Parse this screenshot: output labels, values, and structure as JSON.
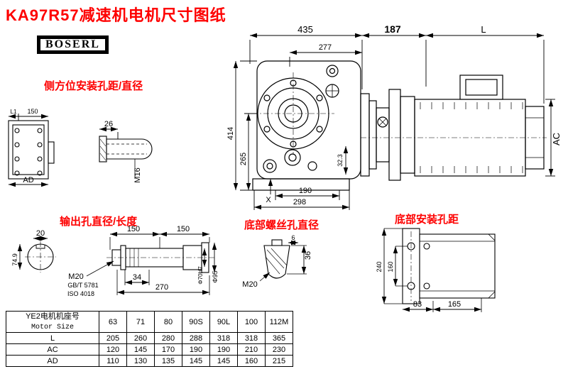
{
  "title": "KA97R57减速机电机尺寸图纸",
  "logo": "BOSERL",
  "labels": {
    "side": "侧方位安装孔距/直径",
    "output": "输出孔直径/长度",
    "screw": "底部螺丝孔直径",
    "mount": "底部安装孔距"
  },
  "main": {
    "w435": "435",
    "w277": "277",
    "w187": "187",
    "wL": "L",
    "h414": "414",
    "h265": "265",
    "a323": "32.3",
    "w190": "190",
    "w298": "298",
    "x": "X",
    "ac": "AC"
  },
  "side_view": {
    "l1": "L1",
    "w150": "150",
    "ad": "AD",
    "d26": "26",
    "m16": "M16"
  },
  "output_view": {
    "d20": "20",
    "seg1": "150",
    "seg2": "150",
    "m20": "M20",
    "std1": "GB/T 5781",
    "std2": "ISO 4018",
    "l34": "34",
    "l270": "270",
    "h749": "74.9",
    "phi70": "Φ70H7",
    "phi95": "Φ95"
  },
  "screw_view": {
    "m20": "M20",
    "d6": "6",
    "h36": "36"
  },
  "mount_view": {
    "h240": "240",
    "h160": "160",
    "w83": "83",
    "w165": "165"
  },
  "table": {
    "header_cn": "YE2电机机座号",
    "header_en": "Motor Size",
    "sizes": [
      "63",
      "71",
      "80",
      "90S",
      "90L",
      "100",
      "112M"
    ],
    "rows": [
      {
        "label": "L",
        "values": [
          "205",
          "260",
          "280",
          "288",
          "318",
          "318",
          "365"
        ]
      },
      {
        "label": "AC",
        "values": [
          "120",
          "145",
          "170",
          "190",
          "190",
          "210",
          "230"
        ]
      },
      {
        "label": "AD",
        "values": [
          "110",
          "130",
          "135",
          "145",
          "145",
          "160",
          "215"
        ]
      }
    ]
  }
}
